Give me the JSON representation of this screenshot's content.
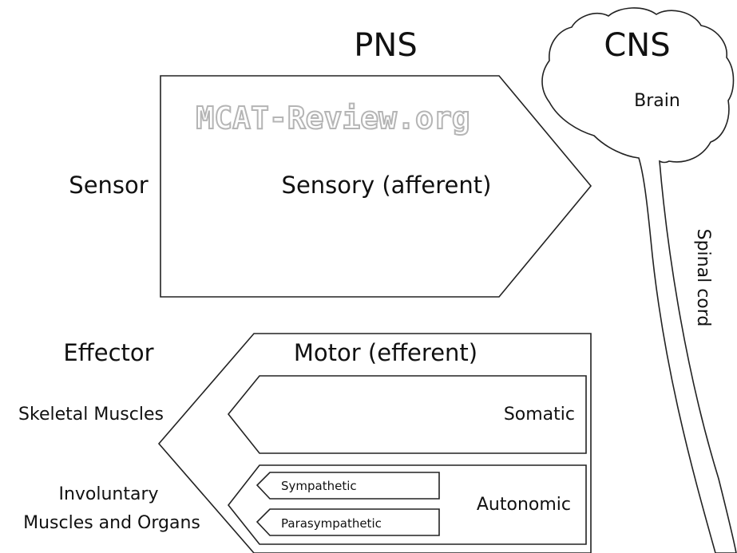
{
  "headings": {
    "pns": "PNS",
    "cns": "CNS"
  },
  "watermark": "MCAT-Review.org",
  "cns_parts": {
    "brain": "Brain",
    "spinal_cord": "Spinal cord"
  },
  "sensory": {
    "side_label": "Sensor",
    "title": "Sensory (afferent)"
  },
  "motor": {
    "side_label": "Effector",
    "title": "Motor (efferent)",
    "somatic": {
      "title": "Somatic",
      "target": "Skeletal Muscles"
    },
    "autonomic": {
      "title": "Autonomic",
      "target_line1": "Involuntary",
      "target_line2": "Muscles and Organs",
      "branches": [
        "Sympathetic",
        "Parasympathetic"
      ]
    }
  },
  "colors": {
    "stroke": "#222222",
    "watermark_stroke": "#b5b5b5",
    "background": "#ffffff"
  }
}
